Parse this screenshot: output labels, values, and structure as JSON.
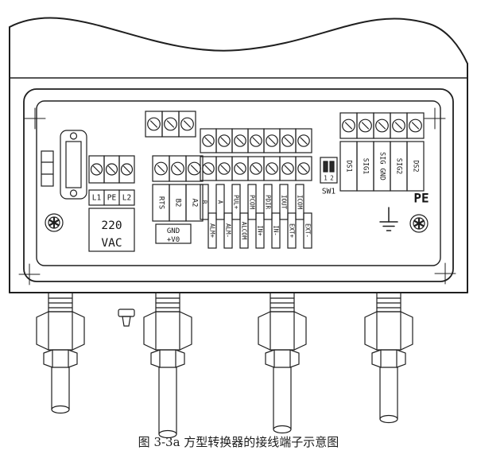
{
  "caption": "图 3-3a 方型转换器的接线端子示意图",
  "power_block": {
    "terminal_labels": [
      "L1",
      "PE",
      "L2"
    ],
    "rating": [
      "220",
      "VAC"
    ]
  },
  "comm_block": {
    "terminal_labels": [
      "RTS",
      "B2",
      "A2"
    ],
    "aux_labels": [
      "GND",
      "+V0"
    ]
  },
  "io_block": {
    "top_labels": [
      "B",
      "A",
      "PUL+",
      "PCOM",
      "PDIR",
      "IOUT",
      "ICOM"
    ],
    "bottom_labels": [
      "ALM+",
      "ALM-",
      "ALCOM",
      "IN+",
      "IN-",
      "EXT+",
      "EXT-"
    ]
  },
  "signal_block": {
    "labels": [
      "DS1",
      "SIG1",
      "SIG GND",
      "SIG2",
      "DS2"
    ]
  },
  "dip_switch": {
    "label": "SW1",
    "pins": [
      "1",
      "2"
    ]
  },
  "grounding": {
    "pe_label": "PE"
  },
  "colors": {
    "line": "#1f1f1f",
    "background": "#ffffff"
  }
}
